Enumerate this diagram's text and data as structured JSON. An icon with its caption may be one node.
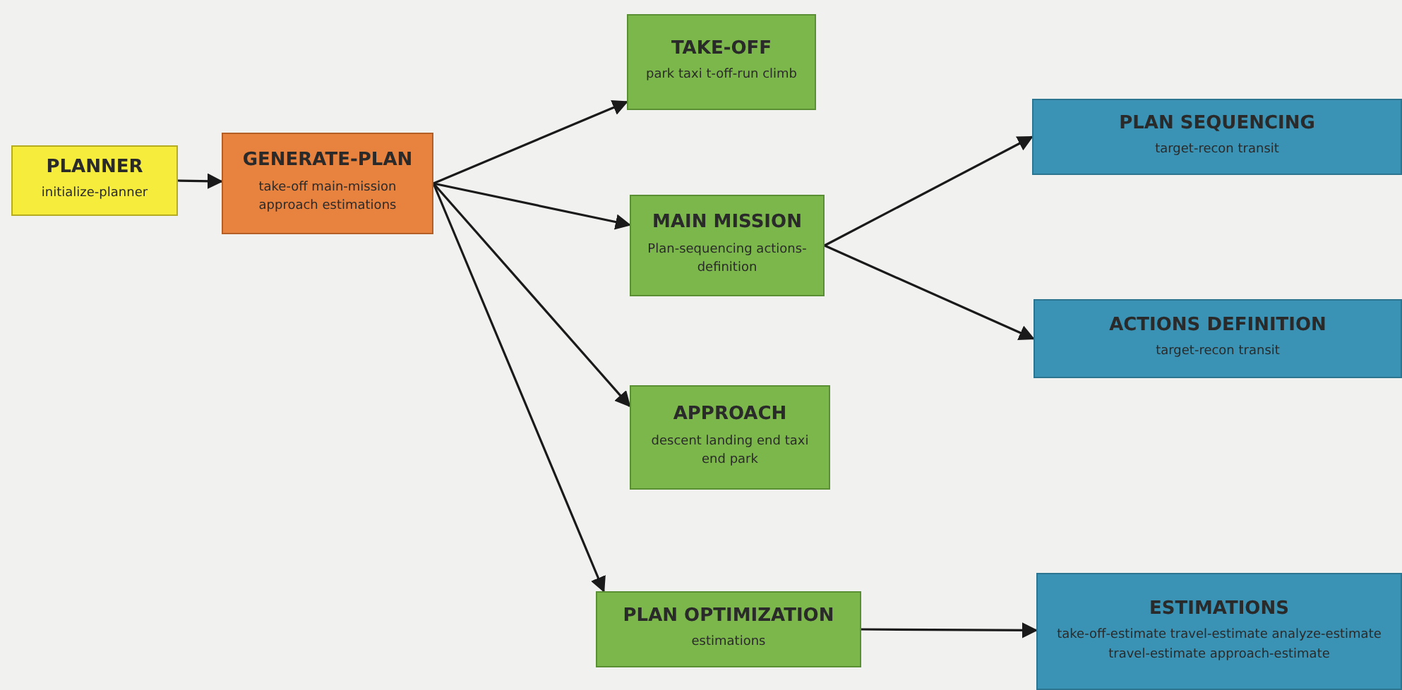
{
  "diagram": {
    "nodes": [
      {
        "text": [
          "PLANNER",
          "initialize-planner"
        ]
      },
      {
        "text": [
          "GENERATE-PLAN",
          "take-off main-mission approach estimations"
        ]
      },
      {
        "text": [
          "TAKE-OFF",
          "park taxi t-off-run climb"
        ]
      },
      {
        "text": [
          "MAIN MISSION",
          "Plan-sequencing actions-definition"
        ]
      },
      {
        "text": [
          "APPROACH",
          "descent landing end taxi end park"
        ]
      },
      {
        "text": [
          "PLAN OPTIMIZATION",
          "estimations"
        ]
      },
      {
        "text": [
          "PLAN SEQUENCING",
          "target-recon transit"
        ]
      },
      {
        "text": [
          "ACTIONS DEFINITION",
          "target-recon transit"
        ]
      },
      {
        "text": [
          "ESTIMATIONS",
          "take-off-estimate travel-estimate analyze-estimate travel-estimate approach-estimate"
        ]
      }
    ],
    "edges": [
      {
        "from": 0,
        "to": 1,
        "arrow": "to"
      },
      {
        "from": 1,
        "to": 2,
        "arrow": "to"
      },
      {
        "from": 1,
        "to": 3,
        "arrow": "to"
      },
      {
        "from": 1,
        "to": 4,
        "arrow": "to"
      },
      {
        "from": 1,
        "to": 5,
        "arrow": "to"
      },
      {
        "from": 3,
        "to": 6,
        "arrow": "to"
      },
      {
        "from": 3,
        "to": 7,
        "arrow": "to"
      },
      {
        "from": 5,
        "to": 8,
        "arrow": "to"
      }
    ]
  }
}
